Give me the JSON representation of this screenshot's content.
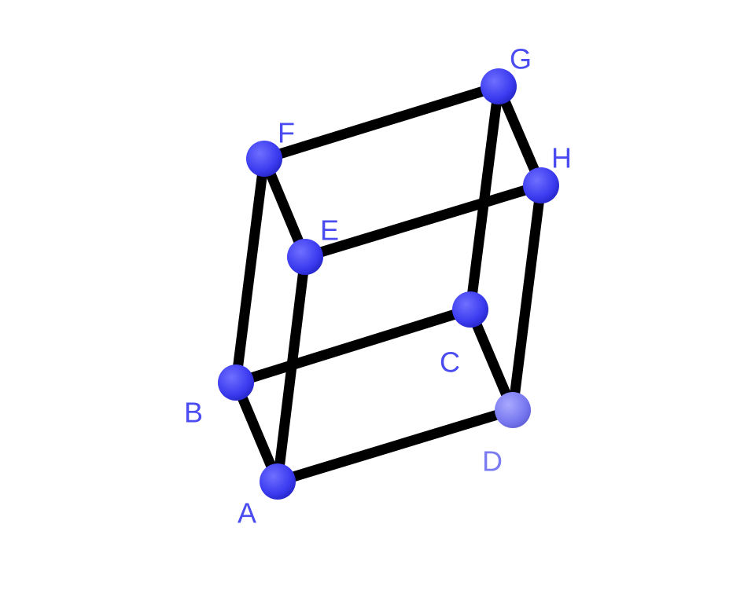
{
  "vertices": [
    {
      "id": "A",
      "label": "A",
      "color": "#3b3bf0"
    },
    {
      "id": "B",
      "label": "B",
      "color": "#3b3bf0"
    },
    {
      "id": "C",
      "label": "C",
      "color": "#3b3bf0"
    },
    {
      "id": "D",
      "label": "D",
      "color": "#7878f0"
    },
    {
      "id": "E",
      "label": "E",
      "color": "#3b3bf0"
    },
    {
      "id": "F",
      "label": "F",
      "color": "#3b3bf0"
    },
    {
      "id": "G",
      "label": "G",
      "color": "#3b3bf0"
    },
    {
      "id": "H",
      "label": "H",
      "color": "#3b3bf0"
    }
  ],
  "edges": [
    [
      "A",
      "B"
    ],
    [
      "A",
      "D"
    ],
    [
      "A",
      "E"
    ],
    [
      "B",
      "C"
    ],
    [
      "B",
      "F"
    ],
    [
      "C",
      "D"
    ],
    [
      "C",
      "G"
    ],
    [
      "D",
      "H"
    ],
    [
      "E",
      "F"
    ],
    [
      "E",
      "H"
    ],
    [
      "F",
      "G"
    ],
    [
      "G",
      "H"
    ]
  ],
  "colors": {
    "edge": "#000000",
    "label": "#4b4bf2",
    "label_dim": "#7b7bf2",
    "background": "#ffffff"
  }
}
